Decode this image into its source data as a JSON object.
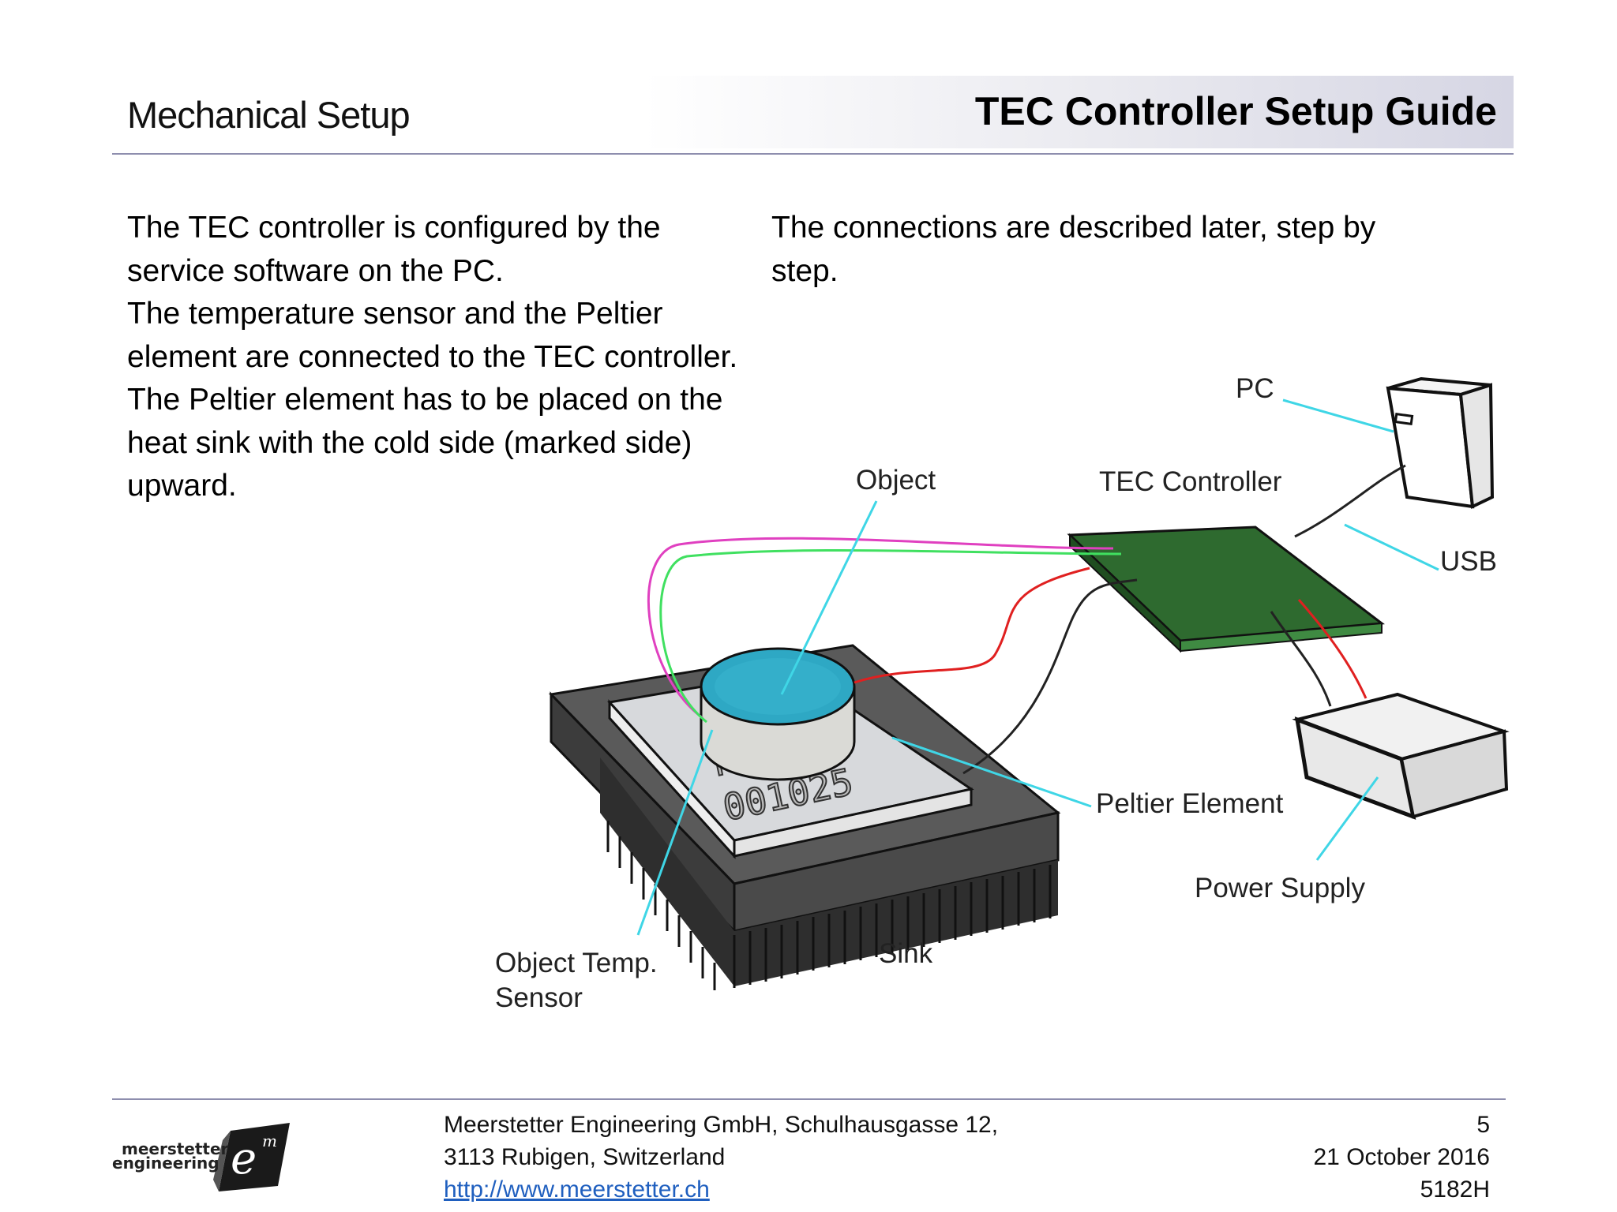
{
  "header": {
    "section_title": "Mechanical Setup",
    "guide_title": "TEC Controller Setup Guide"
  },
  "body": {
    "left_paragraph_1": "The TEC controller is configured by the service software on the PC.",
    "left_paragraph_2": "The temperature sensor and the Peltier element are connected to the TEC controller. The Peltier element has to be placed on the heat sink with the cold side (marked side) upward.",
    "right_paragraph": "The connections are described later, step by step."
  },
  "diagram": {
    "labels": {
      "pc": "PC",
      "object": "Object",
      "tec_controller": "TEC Controller",
      "usb": "USB",
      "peltier_element": "Peltier Element",
      "power_supply": "Power  Supply",
      "object_temp_sensor_line1": "Object Temp.",
      "object_temp_sensor_line2": "Sensor",
      "sink": "Sink"
    },
    "peltier_marking": "001025",
    "peltier_marking_partial": "TE",
    "colors": {
      "callout_line": "#3fd6e6",
      "board": "#2f6a30",
      "object": "#2ea8c4",
      "heatsink": "#4a4a4a",
      "wire_red": "#e02020",
      "wire_green": "#40e060",
      "wire_magenta": "#e040c0"
    }
  },
  "footer": {
    "company_line1": "Meerstetter Engineering GmbH, Schulhausgasse 12,",
    "company_line2": "3113 Rubigen, Switzerland",
    "website": "http://www.meerstetter.ch",
    "page_number": "5",
    "date": "21 October 2016",
    "doc_code": "5182H",
    "logo_text_line1": "meerstetter",
    "logo_text_line2": "engineering",
    "logo_mark": "e",
    "logo_mark_sup": "m"
  }
}
